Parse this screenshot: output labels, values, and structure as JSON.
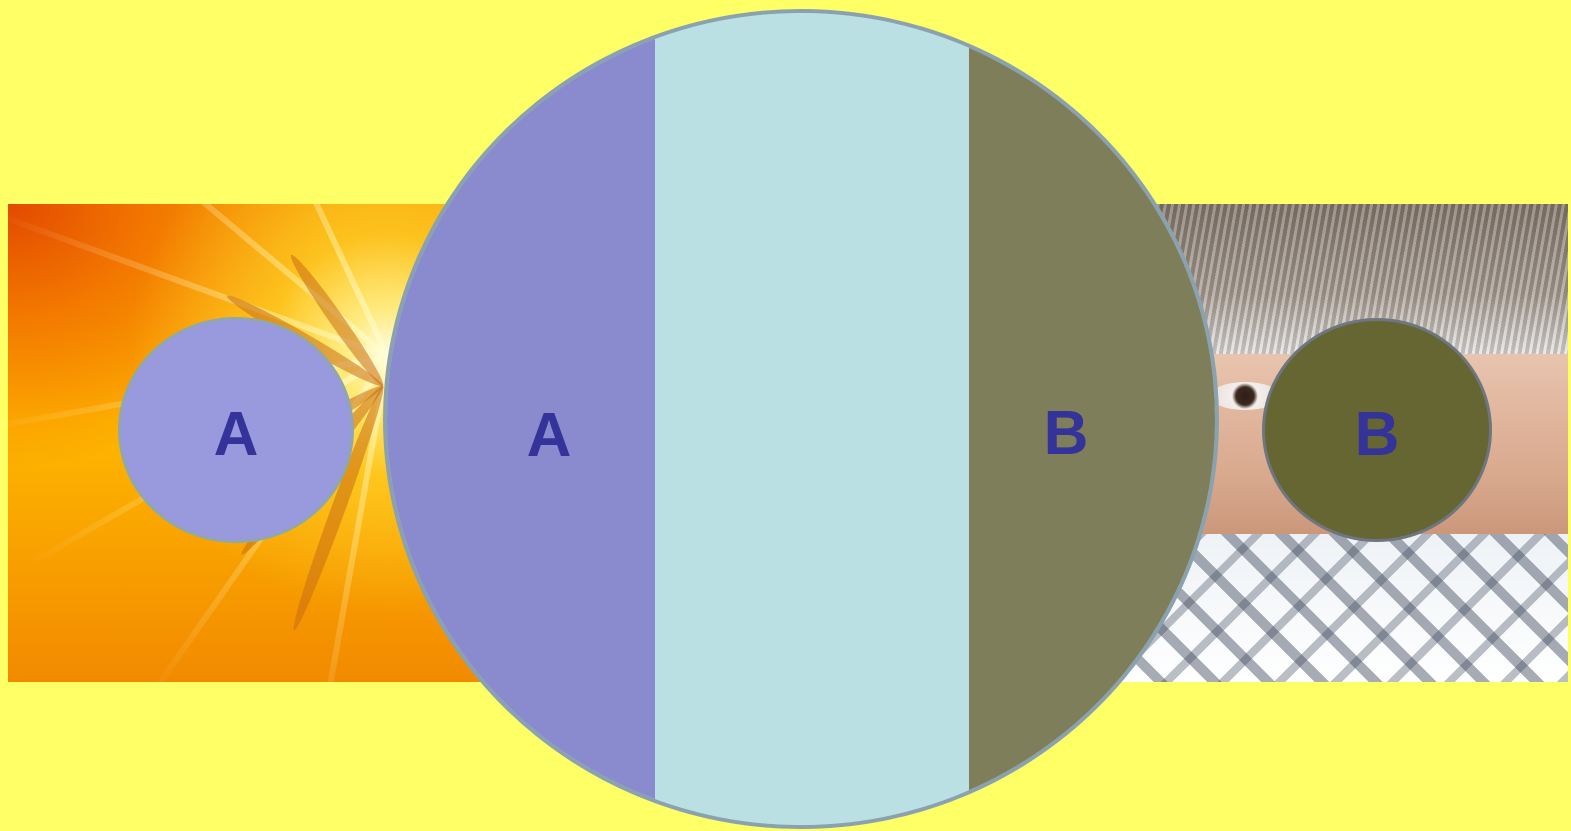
{
  "slide": {
    "background_color": "#FFFF66",
    "label_color": "#333399"
  },
  "images": {
    "left": {
      "icon": "sun-palm-photo"
    },
    "right": {
      "icon": "frosty-face-photo"
    }
  },
  "circles": {
    "small_left": {
      "label": "A",
      "color": "#9999DD"
    },
    "big_left_segment": {
      "label": "A",
      "color": "#8A8BCF"
    },
    "big_middle_segment": {
      "color": "#BBE0E3"
    },
    "big_right_segment": {
      "label": "B",
      "color": "#7E7E5A"
    },
    "small_right": {
      "label": "B",
      "color": "#666633"
    }
  }
}
